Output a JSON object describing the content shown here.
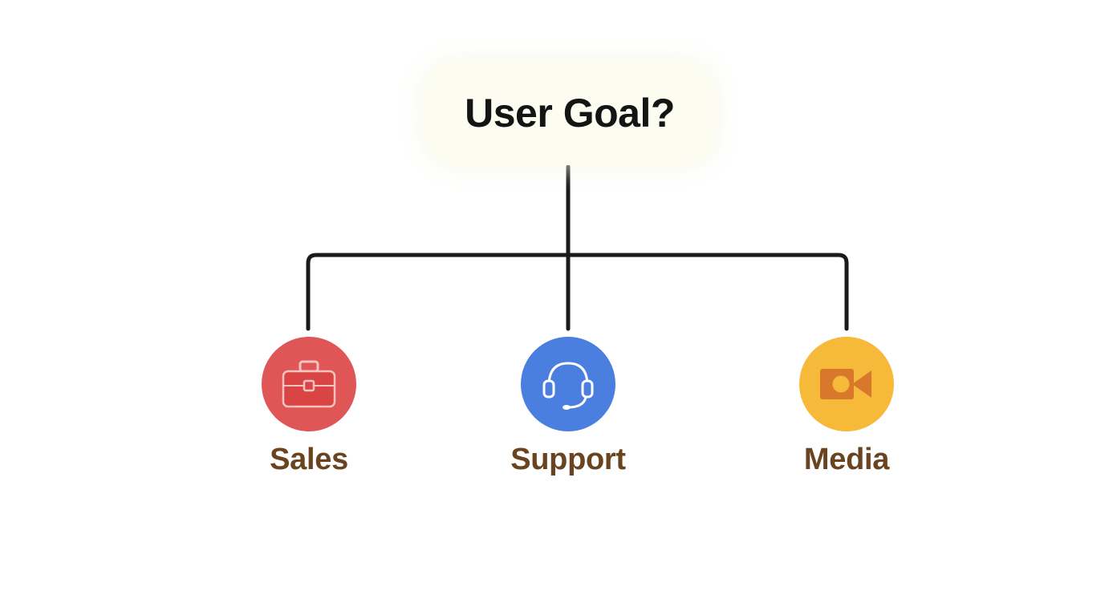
{
  "root": {
    "label": "User Goal?",
    "fill": "#fcfdf0"
  },
  "connector_color": "#1a1a1a",
  "options": [
    {
      "label": "Sales",
      "icon": "briefcase-icon",
      "color": "#e05555"
    },
    {
      "label": "Support",
      "icon": "headset-icon",
      "color": "#4a7fe0"
    },
    {
      "label": "Media",
      "icon": "video-camera-icon",
      "color": "#f6b93a"
    }
  ],
  "label_color": "#6a4420"
}
